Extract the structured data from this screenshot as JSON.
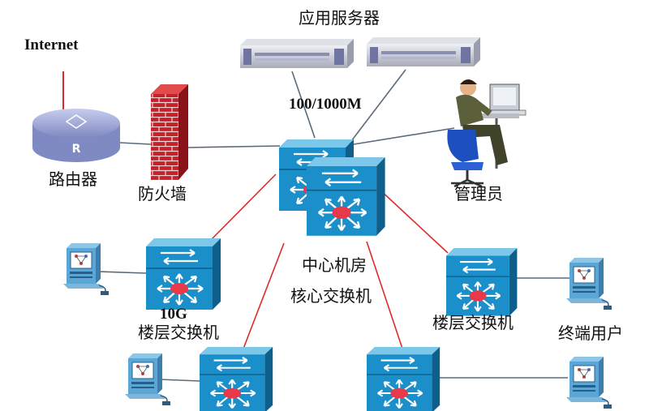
{
  "labels": {
    "internet": "Internet",
    "router": "路由器",
    "firewall": "防火墙",
    "app_servers": "应用服务器",
    "link_speed": "100/1000M",
    "admin": "管理员",
    "core_room": "中心机房",
    "core_switch": "核心交换机",
    "floor_switch_10g_speed": "10G",
    "floor_switch_10g": "楼层交换机",
    "floor_switch_right": "楼层交换机",
    "end_user": "终端用户"
  },
  "router_mark": "R",
  "colors": {
    "switch_face": "#1a8fc9",
    "switch_top": "#7cc7ea",
    "switch_side": "#0f5f8c",
    "hub_red": "#e8394a",
    "uplink_red": "#e02a2a",
    "link_gray": "#5a6a7a",
    "router_body": "#9aa6d6",
    "brick": "#c8202a"
  }
}
